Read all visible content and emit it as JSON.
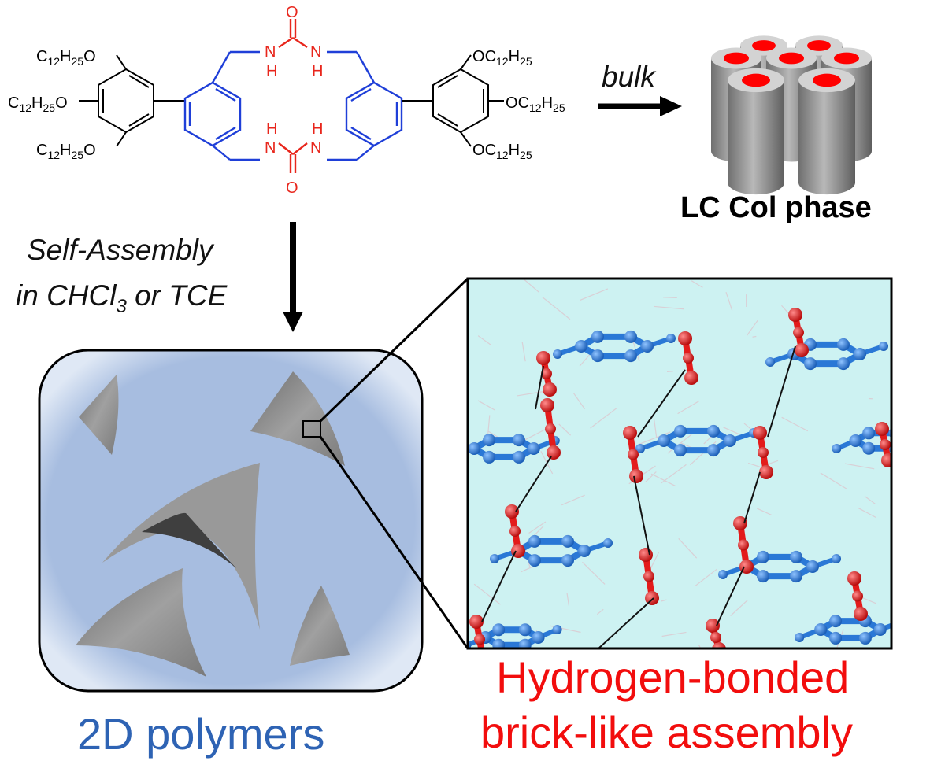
{
  "molecule": {
    "left_substituents": [
      "C12H25O",
      "C12H25O",
      "C12H25O"
    ],
    "right_substituents": [
      "OC12H25",
      "OC12H25",
      "OC12H25"
    ],
    "alkyl_label": {
      "C": "C",
      "C_sub": "12",
      "H": "H",
      "H_sub": "25",
      "O": "O"
    },
    "urea_atoms": {
      "O": "O",
      "N": "N",
      "H": "H"
    },
    "colors": {
      "core": "#1f3fd8",
      "urea": "#e8261c",
      "bonds": "#000000"
    }
  },
  "arrow_bulk": {
    "label": "bulk"
  },
  "lc_phase": {
    "label": "LC Col phase",
    "column_count": 7,
    "colors": {
      "body": "#8a8a8a",
      "core": "#ff0000"
    }
  },
  "arrow_down": {
    "line1": "Self-Assembly",
    "line2_prefix": "in CHCl",
    "line2_sub": "3",
    "line2_suffix": " or TCE"
  },
  "panel_2d": {
    "label": "2D polymers",
    "colors": {
      "background": "#a7bde0",
      "sheets": "#8c8c8c"
    }
  },
  "panel_crystal": {
    "label_line1": "Hydrogen-bonded",
    "label_line2": "brick-like assembly",
    "colors": {
      "background": "#cdf2f2",
      "carbon": "#2a78d6",
      "oxygen": "#e31b1b"
    }
  }
}
